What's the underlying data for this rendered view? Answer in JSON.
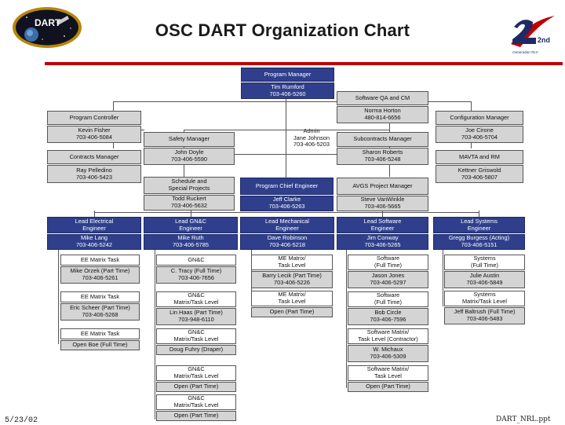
{
  "header": {
    "title": "OSC DART Organization Chart",
    "left_logo_text": "DART",
    "right_logo_text": "2nd",
    "right_logo_caption": "Generation RLV"
  },
  "footer": {
    "date": "5/23/02",
    "file": "DART_NRL.ppt"
  },
  "colors": {
    "navy": "#2f3f8c",
    "grey": "#d4d4d4",
    "rule": "#c00000"
  },
  "org": {
    "program_manager": {
      "title": "Program Manager",
      "name": "Tim Rumford",
      "phone": "703-406-5260"
    },
    "sw_qa_cm": {
      "title": "Software QA and CM",
      "name": "Norma Horton",
      "phone": "480-814-6656"
    },
    "admin": {
      "title": "Admin",
      "name": "Jane Johnson",
      "phone": "703-406-5203"
    },
    "program_controller": {
      "title": "Program Controller",
      "name": "Kevin Fisher",
      "phone": "703-406-5084"
    },
    "contracts_manager": {
      "title": "Contracts Manager",
      "name": "Ray Pelledino",
      "phone": "703-406-5423"
    },
    "safety_manager": {
      "title": "Safety Manager",
      "name": "John Doyle",
      "phone": "703-406-5590"
    },
    "subcontracts_manager": {
      "title": "Subcontracts Manager",
      "name": "Sharon Roberts",
      "phone": "703-406-5248"
    },
    "configuration_manager": {
      "title": "Configuration Manager",
      "name": "Joe Cirone",
      "phone": "703-406-5704"
    },
    "mavta_rm": {
      "title": "MAVTA and RM",
      "name": "Kettner Griswold",
      "phone": "703-406-5807"
    },
    "schedule_special": {
      "title1": "Schedule and",
      "title2": "Special Projects",
      "name": "Todd Ruckert",
      "phone": "703-406-5632"
    },
    "program_chief_engineer": {
      "title": "Program Chief Engineer",
      "name": "Jeff Clarke",
      "phone": "703-406-5263"
    },
    "avgs_project_manager": {
      "title": "AVGS Project Manager",
      "name": "Steve VanWinkle",
      "phone": "703-406-5665"
    }
  },
  "leads": [
    {
      "title1": "Lead Electrical",
      "title2": "Engineer",
      "name": "Mike Lang",
      "phone": "703-406-5242"
    },
    {
      "title1": "Lead GN&C",
      "title2": "Engineer",
      "name": "Mike Ruth",
      "phone": "703-406-5785"
    },
    {
      "title1": "Lead Mechanical",
      "title2": "Engineer",
      "name": "Dave Robinson",
      "phone": "703-406-5218"
    },
    {
      "title1": "Lead Software",
      "title2": "Engineer",
      "name": "Jim Conway",
      "phone": "703-406-5265"
    },
    {
      "title1": "Lead Systems",
      "title2": "Engineer",
      "name": "Gregg Burgess (Acting)",
      "phone": "703-406-5151"
    }
  ],
  "tasks": {
    "electrical": [
      {
        "t": [
          "EE Matrix Task"
        ],
        "p": [
          "Mike Orzek (Part Time)",
          "703-406-5261"
        ]
      },
      {
        "t": [
          "EE Matrix Task"
        ],
        "p": [
          "Eric Scheer (Part Time)",
          "703-406-5268"
        ]
      },
      {
        "t": [
          "EE Matrix Task"
        ],
        "p": [
          "Open Boe (Full Time)"
        ]
      }
    ],
    "gnc": [
      {
        "t": [
          "GN&C"
        ],
        "p": [
          "C. Tracy (Full Time)",
          "703-406-7656"
        ]
      },
      {
        "t": [
          "GN&C",
          "Matrix/Task Level"
        ],
        "p": [
          "Lin Haas (Part Time)",
          "703-948-6110"
        ]
      },
      {
        "t": [
          "GN&C",
          "Matrix/Task Level"
        ],
        "p": [
          "Doug Fuhry (Draper)"
        ]
      },
      {
        "t": [
          "GN&C",
          "Matrix/Task Level"
        ],
        "p": [
          "Open (Part Time)"
        ]
      },
      {
        "t": [
          "GN&C",
          "Matrix/Task Level"
        ],
        "p": [
          "Open (Part Time)"
        ]
      }
    ],
    "mechanical": [
      {
        "t": [
          "ME Matrix/",
          "Task Level"
        ],
        "p": [
          "Barry Lecik (Part Time)",
          "703-406-5226"
        ]
      },
      {
        "t": [
          "ME Matrix/",
          "Task Level"
        ],
        "p": [
          "Open (Part Time)"
        ]
      }
    ],
    "software": [
      {
        "t": [
          "Software",
          "(Full Time)"
        ],
        "p": [
          "Jason Jones",
          "703-406-5297"
        ]
      },
      {
        "t": [
          "Software",
          "(Full Time)"
        ],
        "p": [
          "Bob Circle",
          "703-406-7596"
        ]
      },
      {
        "t": [
          "Software Matrix/",
          "Task Level (Contractor)"
        ],
        "p": [
          "W. Michaux",
          "703-406-5309"
        ]
      },
      {
        "t": [
          "Software Matrix/",
          "Task Level"
        ],
        "p": [
          "Open (Part Time)"
        ]
      }
    ],
    "systems": [
      {
        "t": [
          "Systems",
          "(Full Time)"
        ],
        "p": [
          "Julie Austin",
          "703-406-5849"
        ]
      },
      {
        "t": [
          "Systems",
          "Matrix/Task Level"
        ],
        "p": [
          "Jeff Baltrush (Full Time)",
          "703-406-5483"
        ]
      }
    ]
  }
}
